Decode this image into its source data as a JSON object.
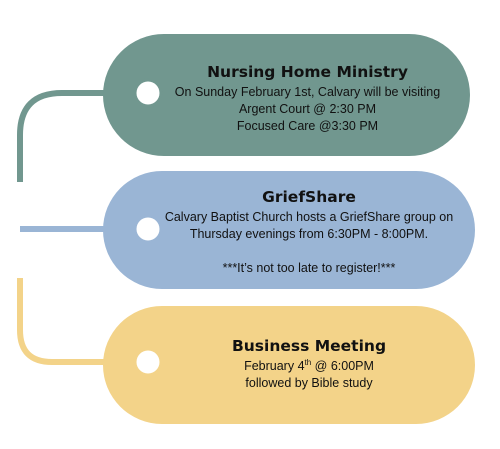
{
  "colors": {
    "teal": "#71978f",
    "blue": "#9ab5d5",
    "yellow": "#f3d389",
    "hole": "#ffffff"
  },
  "events": [
    {
      "title": "Nursing Home Ministry",
      "lines": [
        "On Sunday February 1st, Calvary will be visiting",
        "Argent Court @ 2:30 PM",
        "Focused Care @3:30 PM"
      ]
    },
    {
      "title": "GriefShare",
      "lines": [
        "Calvary Baptist Church hosts a GriefShare group on",
        "Thursday evenings from 6:30PM - 8:00PM.",
        "",
        "***It’s not too late to register!***"
      ]
    },
    {
      "title": "Business Meeting",
      "date_prefix": "February 4",
      "date_sup": "th",
      "date_suffix": " @ 6:00PM",
      "lines": [
        "followed by Bible study"
      ]
    }
  ]
}
